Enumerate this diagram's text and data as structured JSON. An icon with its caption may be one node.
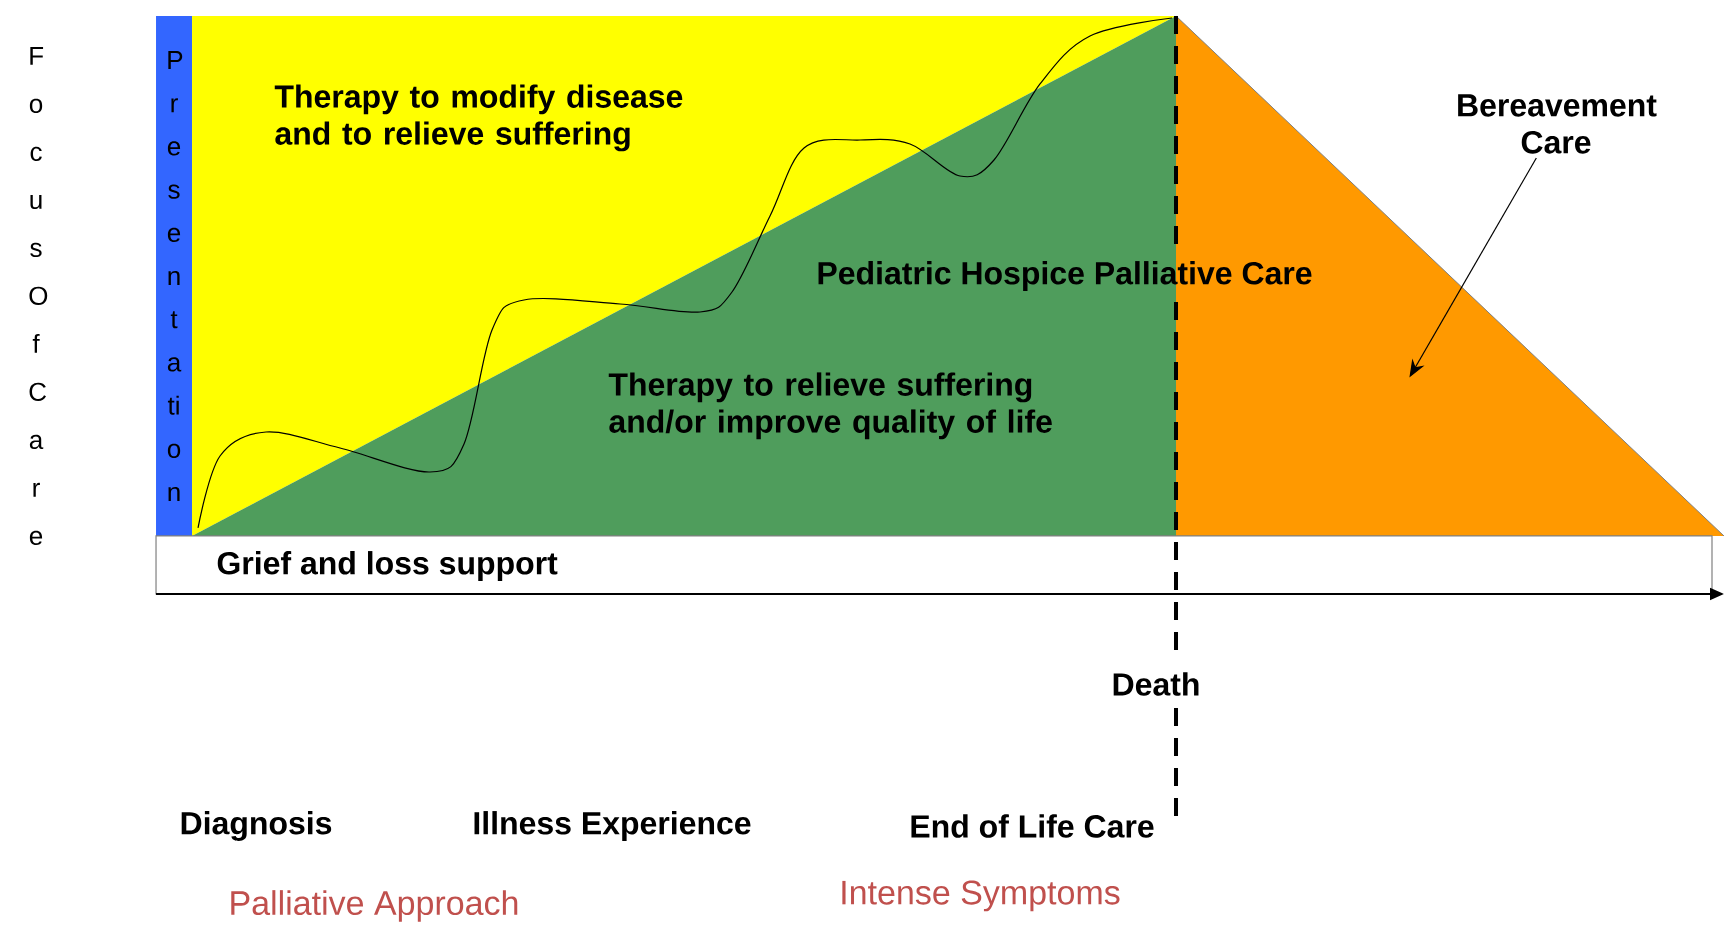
{
  "diagram": {
    "nodes": [
      {
        "text": [
          "Presentation"
        ]
      },
      {
        "text": [
          "Therapy to modify disease and to relieve suffering"
        ]
      },
      {
        "text": [
          "Pediatric Hospice Palliative Care",
          "Therapy to relieve suffering and/or improve quality of life"
        ]
      },
      {
        "text": [],
        "shape": "triangle"
      },
      {
        "text": [
          "Grief and loss support"
        ]
      },
      {
        "text": [
          "Bereavement Care"
        ]
      }
    ],
    "edges": [
      {
        "from": 5,
        "to": 3,
        "arrow": "to"
      }
    ],
    "labels": [
      "Focus Of Care",
      "Death",
      "Diagnosis",
      "Illness Experience",
      "End of Life Care",
      "Palliative Approach",
      "Intense Symptoms"
    ]
  }
}
